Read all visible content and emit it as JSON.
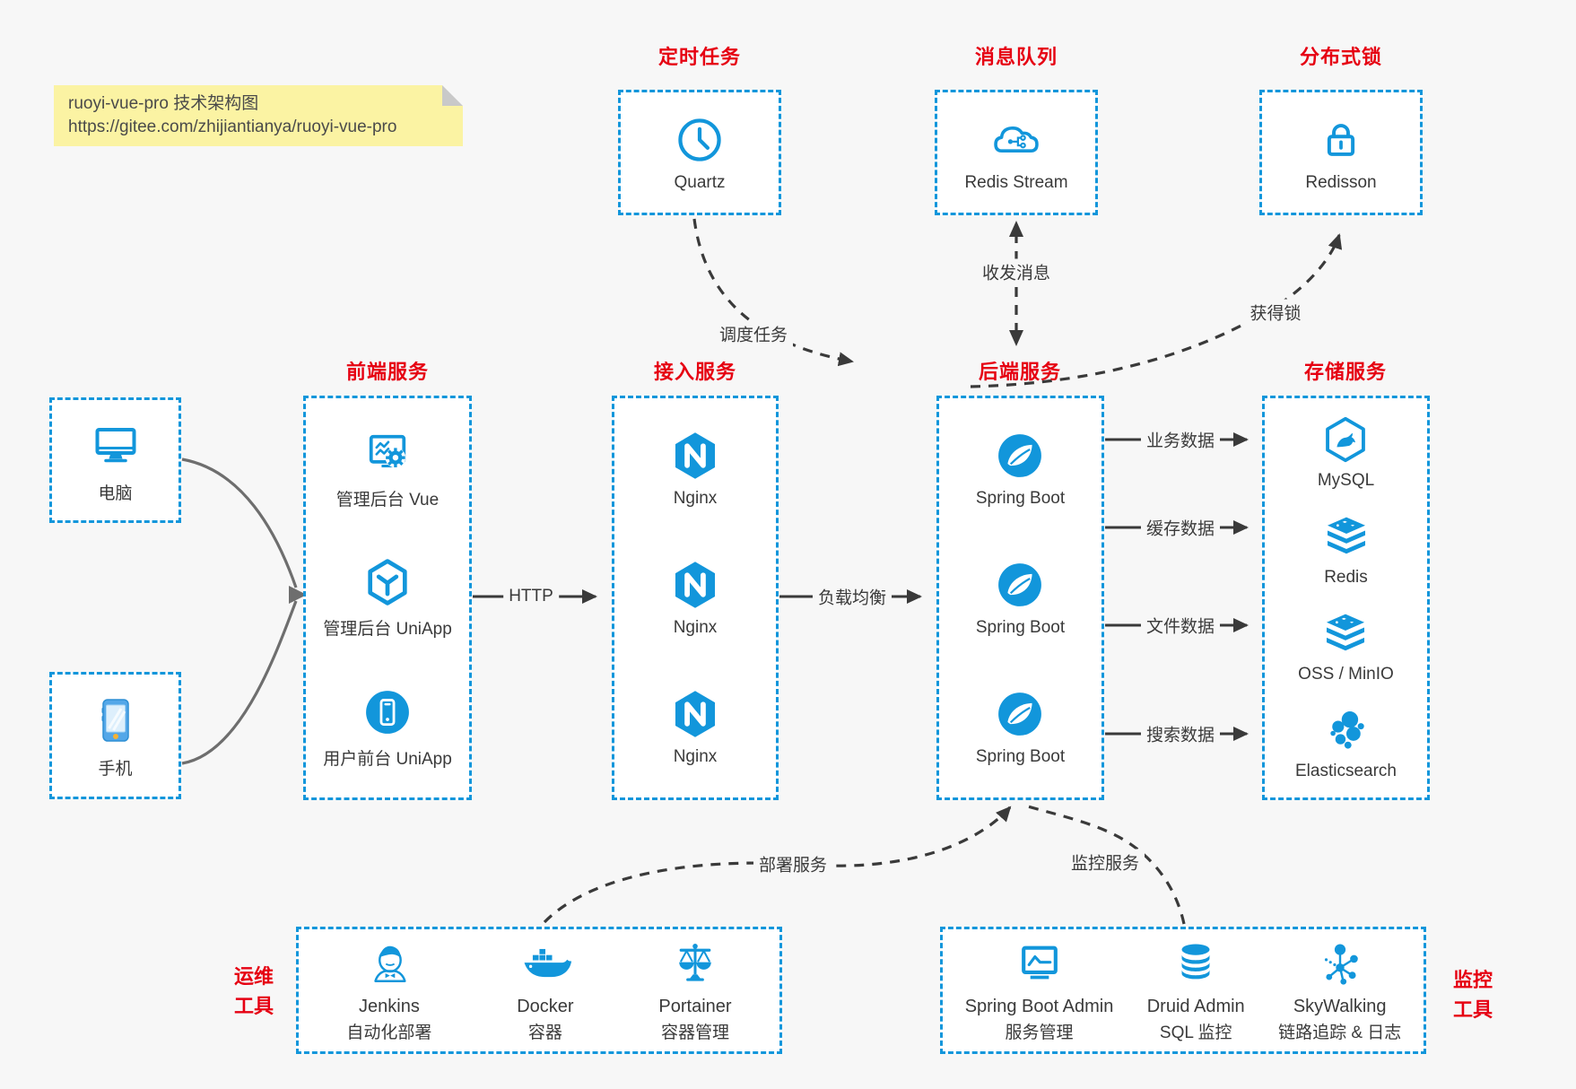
{
  "colors": {
    "accent": "#1296db",
    "heading": "#e60012",
    "text": "#3a3a3a",
    "arrow": "#3a3a3a",
    "device_arrow": "#6e6e6e",
    "note_bg": "#fbf3a3",
    "canvas_bg": "#f7f7f7",
    "box_bg": "#ffffff"
  },
  "note": {
    "line1": "ruoyi-vue-pro 技术架构图",
    "line2": "https://gitee.com/zhijiantianya/ruoyi-vue-pro"
  },
  "top_groups": [
    {
      "title": "定时任务",
      "item": {
        "label": "Quartz",
        "icon": "clock-icon"
      }
    },
    {
      "title": "消息队列",
      "item": {
        "label": "Redis Stream",
        "icon": "cloud-network-icon"
      }
    },
    {
      "title": "分布式锁",
      "item": {
        "label": "Redisson",
        "icon": "lock-icon"
      }
    }
  ],
  "devices": [
    {
      "label": "电脑",
      "icon": "desktop-icon"
    },
    {
      "label": "手机",
      "icon": "smartphone-icon"
    }
  ],
  "columns": [
    {
      "title": "前端服务",
      "items": [
        {
          "label": "管理后台 Vue",
          "icon": "admin-vue-icon"
        },
        {
          "label": "管理后台 UniApp",
          "icon": "uniapp-cube-icon"
        },
        {
          "label": "用户前台 UniApp",
          "icon": "user-app-icon"
        }
      ]
    },
    {
      "title": "接入服务",
      "items": [
        {
          "label": "Nginx",
          "icon": "nginx-icon"
        },
        {
          "label": "Nginx",
          "icon": "nginx-icon"
        },
        {
          "label": "Nginx",
          "icon": "nginx-icon"
        }
      ]
    },
    {
      "title": "后端服务",
      "items": [
        {
          "label": "Spring Boot",
          "icon": "spring-boot-icon"
        },
        {
          "label": "Spring Boot",
          "icon": "spring-boot-icon"
        },
        {
          "label": "Spring Boot",
          "icon": "spring-boot-icon"
        }
      ]
    },
    {
      "title": "存储服务",
      "items": [
        {
          "label": "MySQL",
          "icon": "mysql-icon"
        },
        {
          "label": "Redis",
          "icon": "redis-icon"
        },
        {
          "label": "OSS / MinIO",
          "icon": "object-storage-icon"
        },
        {
          "label": "Elasticsearch",
          "icon": "elasticsearch-icon"
        }
      ]
    }
  ],
  "bottom_groups": [
    {
      "title_lines": [
        "运维",
        "工具"
      ],
      "items": [
        {
          "name": "Jenkins",
          "desc": "自动化部署",
          "icon": "jenkins-icon"
        },
        {
          "name": "Docker",
          "desc": "容器",
          "icon": "docker-icon"
        },
        {
          "name": "Portainer",
          "desc": "容器管理",
          "icon": "portainer-icon"
        }
      ]
    },
    {
      "title_lines": [
        "监控",
        "工具"
      ],
      "items": [
        {
          "name": "Spring Boot Admin",
          "desc": "服务管理",
          "icon": "monitor-chart-icon"
        },
        {
          "name": "Druid Admin",
          "desc": "SQL 监控",
          "icon": "database-icon"
        },
        {
          "name": "SkyWalking",
          "desc": "链路追踪 & 日志",
          "icon": "topology-icon"
        }
      ]
    }
  ],
  "edges": {
    "http": "HTTP",
    "load_balance": "负载均衡",
    "schedule": "调度任务",
    "message": "收发消息",
    "lock": "获得锁",
    "business_data": "业务数据",
    "cache_data": "缓存数据",
    "file_data": "文件数据",
    "search_data": "搜索数据",
    "deploy": "部署服务",
    "monitor": "监控服务"
  }
}
